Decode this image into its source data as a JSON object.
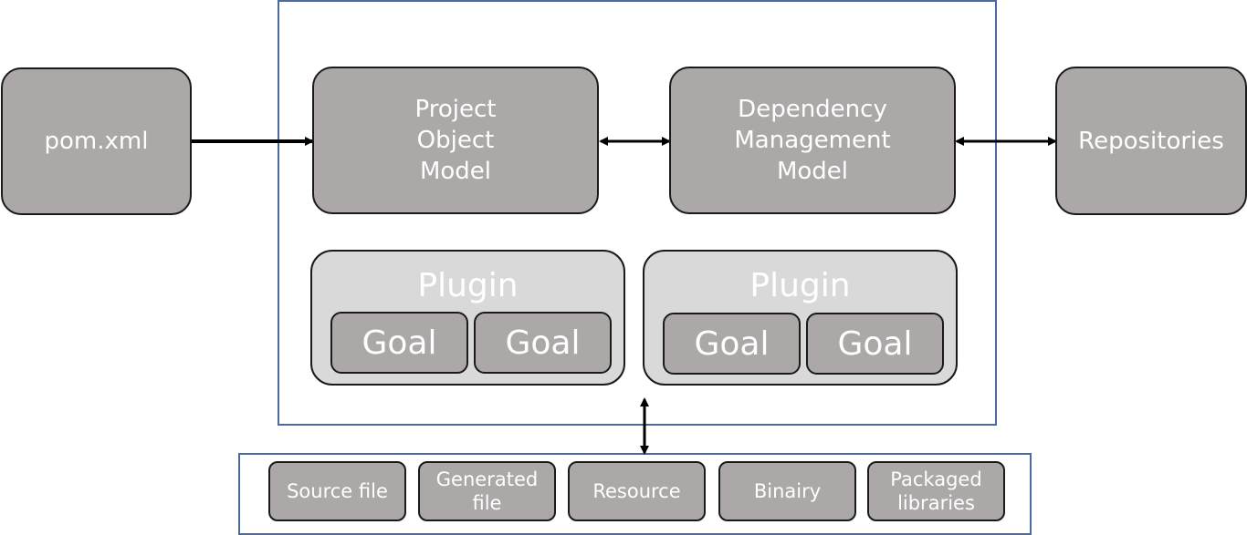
{
  "pom": "pom.xml",
  "project_object_model": "Project\nObject\nModel",
  "dependency_management_model": "Dependency\nManagement\nModel",
  "repositories": "Repositories",
  "plugins": [
    {
      "title": "Plugin",
      "goals": [
        "Goal",
        "Goal"
      ]
    },
    {
      "title": "Plugin",
      "goals": [
        "Goal",
        "Goal"
      ]
    }
  ],
  "artifacts": [
    "Source file",
    "Generated\nfile",
    "Resource",
    "Binairy",
    "Packaged\nlibraries"
  ],
  "colors": {
    "box_fill": "#aca8a7",
    "plugin_fill": "#d9d9d9",
    "frame_border": "#4a6aa0"
  }
}
